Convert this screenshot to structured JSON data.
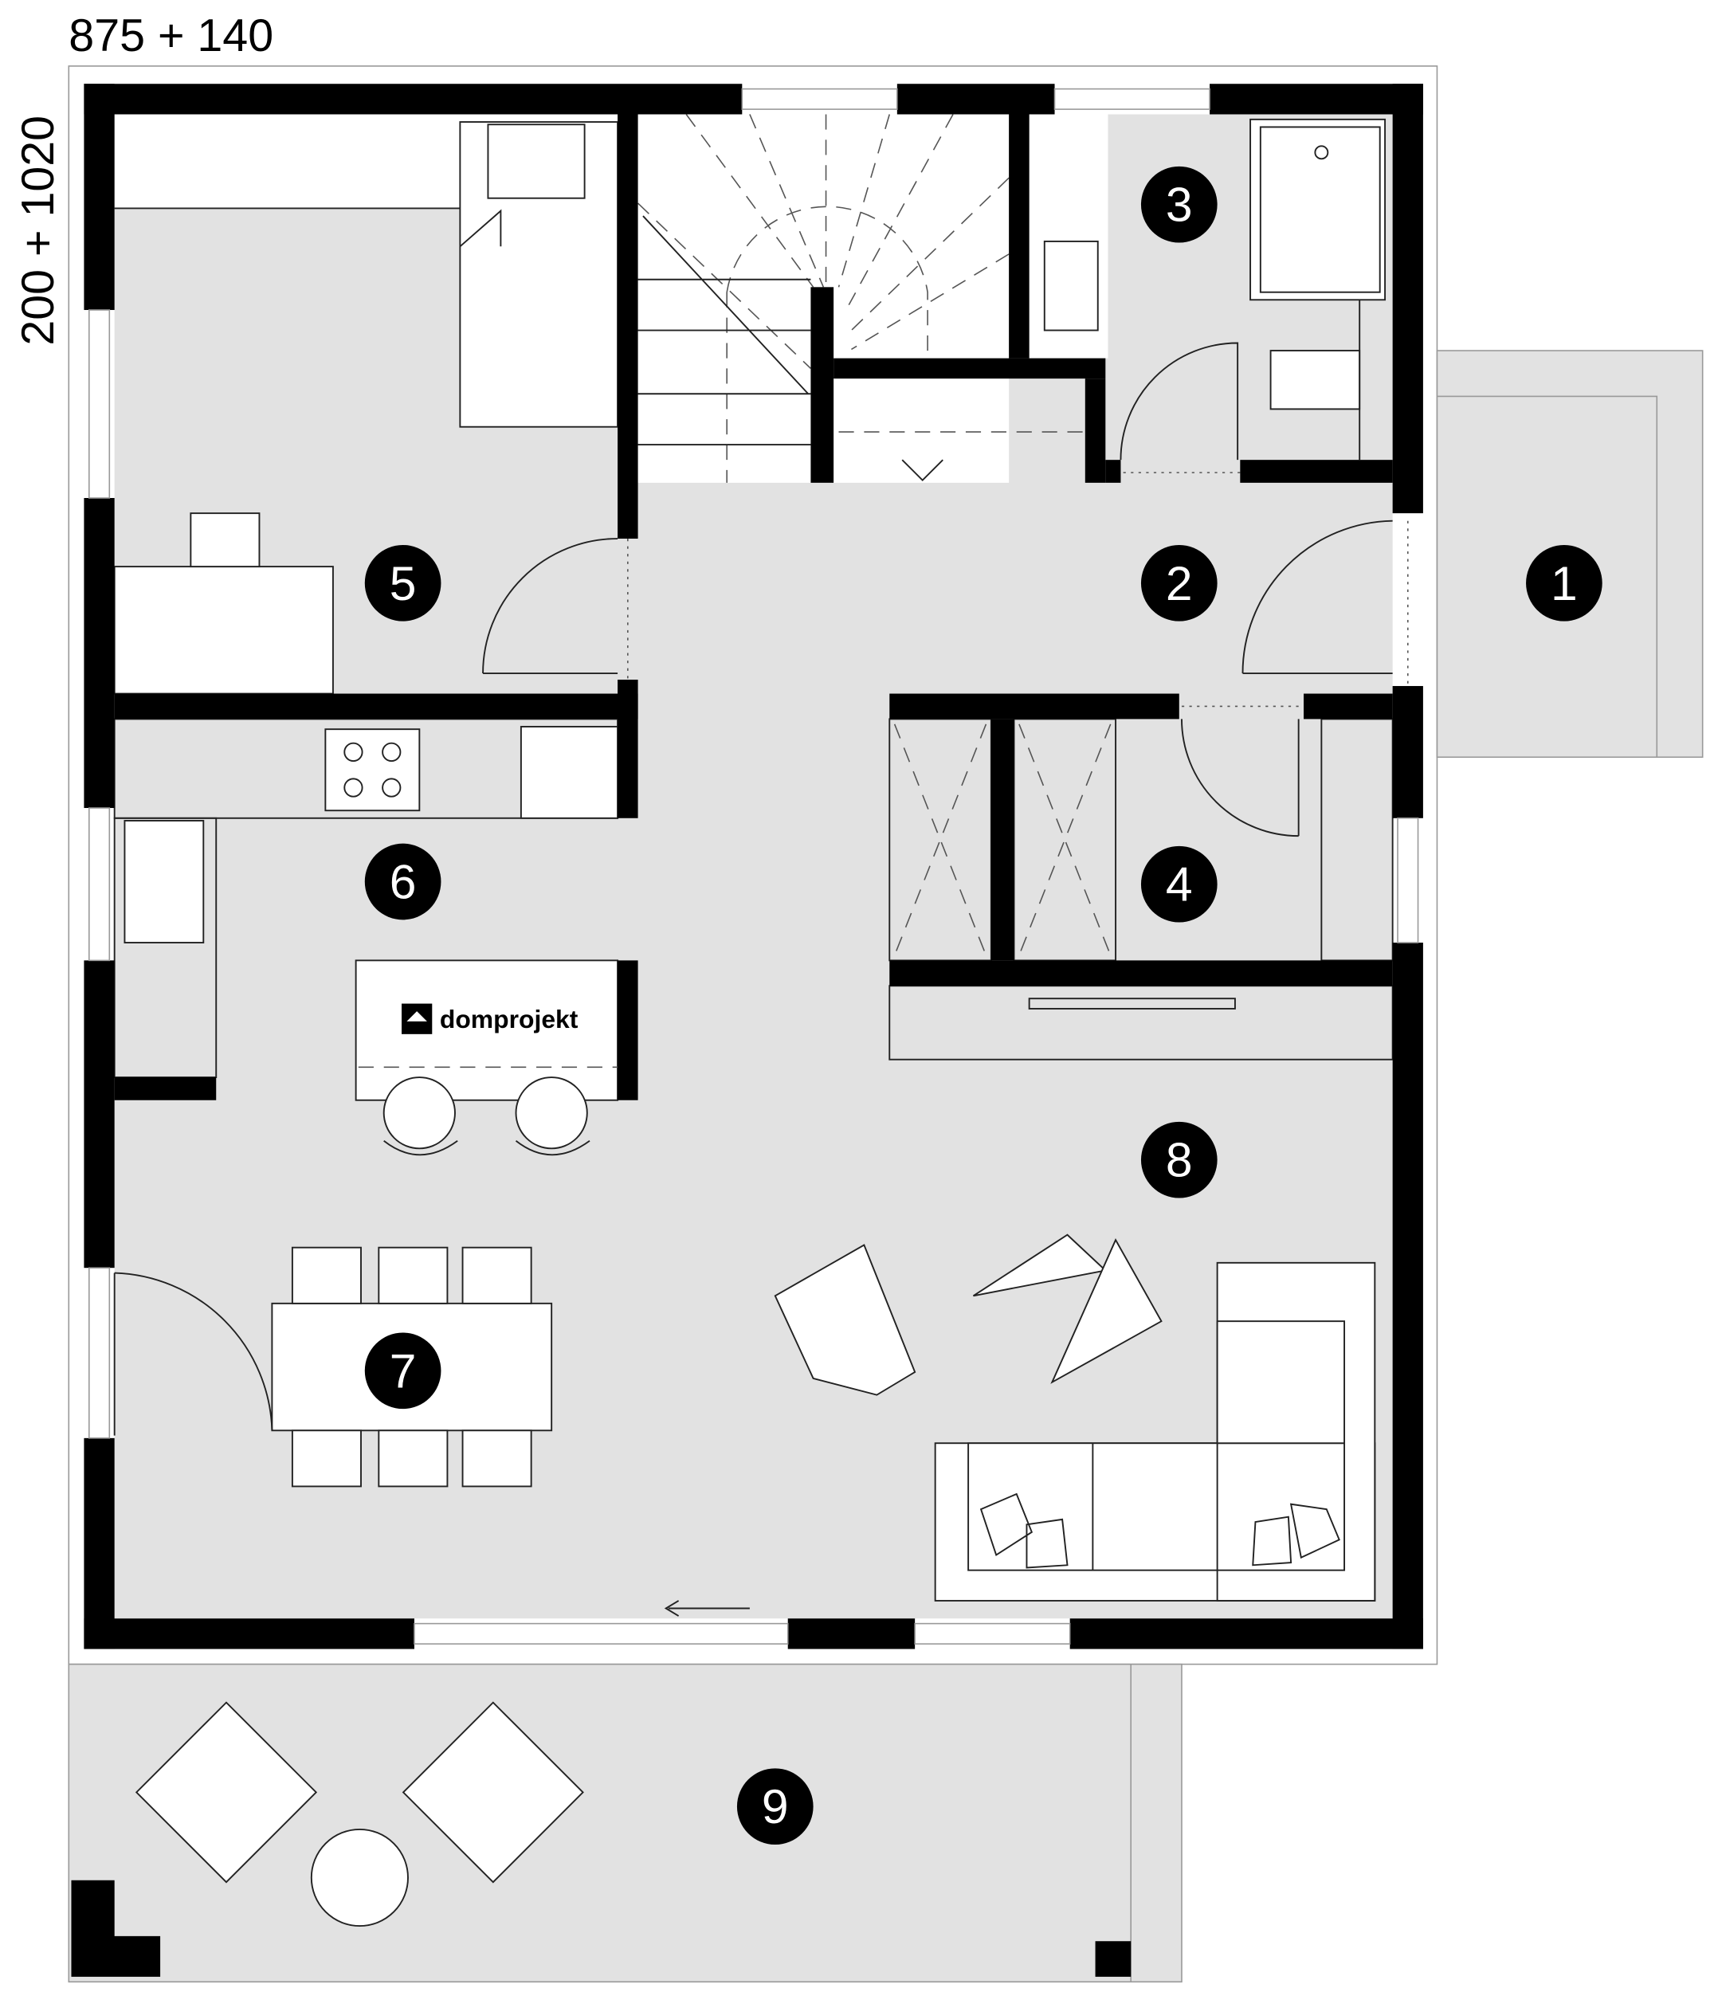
{
  "dimensions": {
    "width_label": "875 + 140",
    "height_label": "200 + 1020"
  },
  "logo": {
    "text": "domprojekt"
  },
  "rooms": [
    {
      "number": "1",
      "area": "entrance-porch"
    },
    {
      "number": "2",
      "area": "hall"
    },
    {
      "number": "3",
      "area": "bathroom"
    },
    {
      "number": "4",
      "area": "storage"
    },
    {
      "number": "5",
      "area": "bedroom"
    },
    {
      "number": "6",
      "area": "kitchen"
    },
    {
      "number": "7",
      "area": "dining"
    },
    {
      "number": "8",
      "area": "living-room"
    },
    {
      "number": "9",
      "area": "terrace"
    }
  ],
  "colors": {
    "floor": "#e2e2e2",
    "wall": "#000000"
  }
}
